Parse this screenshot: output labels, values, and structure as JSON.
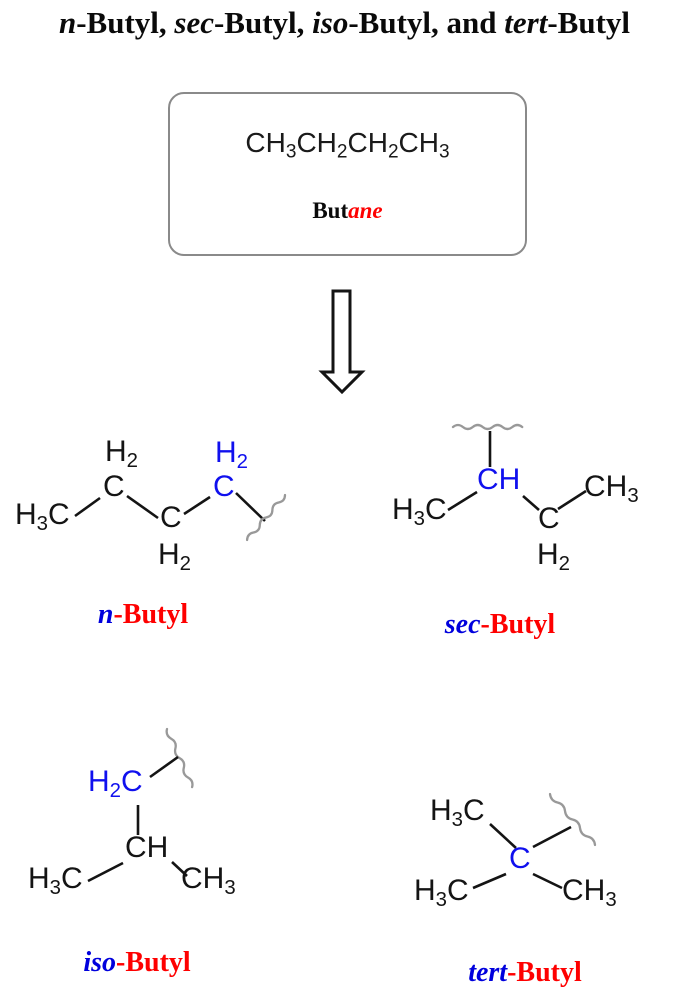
{
  "colors": {
    "highlight_blue": "#1010ee",
    "label_prefix_blue": "#0000dd",
    "label_red": "#fe0000",
    "bond_black": "#141414",
    "squiggle_gray": "#999999",
    "box_border_gray": "#8a8a8a"
  },
  "title": {
    "parts": [
      {
        "t": "n"
      },
      {
        "t": "-Butyl, "
      },
      {
        "t": "sec"
      },
      {
        "t": "-Butyl, "
      },
      {
        "t": "iso"
      },
      {
        "t": "-Butyl, and "
      },
      {
        "t": "tert"
      },
      {
        "t": "-Butyl"
      }
    ]
  },
  "butane_box": {
    "formula": {
      "g1": "CH",
      "s1": "3",
      "g2": "CH",
      "s2": "2",
      "g3": "CH",
      "s3": "2",
      "g4": "CH",
      "s4": "3"
    },
    "name": {
      "base": "But",
      "suffix": "ane"
    }
  },
  "structures": {
    "n_butyl": {
      "atoms": {
        "h3c": {
          "pre": "H",
          "sub": "3",
          "post": "C"
        },
        "h2_1": {
          "pre": "H",
          "sub": "2"
        },
        "c_1": {
          "pre": "C"
        },
        "c_2": {
          "pre": "C"
        },
        "h2_2": {
          "pre": "H",
          "sub": "2"
        },
        "c_3": {
          "pre": "C"
        },
        "h2_3": {
          "pre": "H",
          "sub": "2"
        }
      },
      "label": {
        "prefix": "n",
        "suffix": "-Butyl"
      }
    },
    "sec_butyl": {
      "atoms": {
        "ch": {
          "pre": "CH"
        },
        "h3c": {
          "pre": "H",
          "sub": "3",
          "post": "C"
        },
        "c": {
          "pre": "C"
        },
        "h2": {
          "pre": "H",
          "sub": "2"
        },
        "ch3": {
          "pre": "CH",
          "sub": "3"
        }
      },
      "label": {
        "prefix": "sec",
        "suffix": "-Butyl"
      }
    },
    "iso_butyl": {
      "atoms": {
        "h2c": {
          "pre": "H",
          "sub": "2",
          "post": "C"
        },
        "ch": {
          "pre": "CH"
        },
        "h3c": {
          "pre": "H",
          "sub": "3",
          "post": "C"
        },
        "ch3": {
          "pre": "CH",
          "sub": "3"
        }
      },
      "label": {
        "prefix": "iso",
        "suffix": "-Butyl"
      }
    },
    "tert_butyl": {
      "atoms": {
        "h3c_top": {
          "pre": "H",
          "sub": "3",
          "post": "C"
        },
        "c": {
          "pre": "C"
        },
        "h3c_bot": {
          "pre": "H",
          "sub": "3",
          "post": "C"
        },
        "ch3": {
          "pre": "CH",
          "sub": "3"
        }
      },
      "label": {
        "prefix": "tert",
        "suffix": "-Butyl"
      }
    }
  }
}
